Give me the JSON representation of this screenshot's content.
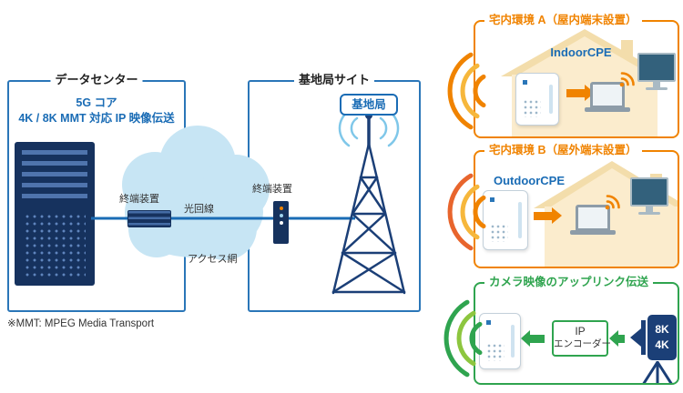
{
  "colors": {
    "blue": "#1a6cb5",
    "navy": "#1b3f77",
    "orange": "#f08300",
    "green": "#2fa44f",
    "cloud": "#c7e5f4",
    "house": "#fbeccd",
    "light_blue": "#7fc7e9"
  },
  "datacenter": {
    "title": "データセンター",
    "line1": "5G コア",
    "line2": "4K / 8K MMT 対応 IP 映像伝送",
    "terminal_label": "終端装置"
  },
  "link": {
    "optical_label": "光回線",
    "access_label": "アクセス網"
  },
  "basestation": {
    "title": "基地局サイト",
    "terminal_label": "終端装置",
    "antenna_label": "基地局"
  },
  "env_a": {
    "title": "宅内環境 A（屋内端末設置）",
    "cpe_label": "IndoorCPE"
  },
  "env_b": {
    "title": "宅内環境 B（屋外端末設置）",
    "cpe_label": "OutdoorCPE"
  },
  "uplink": {
    "title": "カメラ映像のアップリンク伝送",
    "encoder_line1": "IP",
    "encoder_line2": "エンコーダー",
    "camera_badge_top": "8K",
    "camera_badge_bottom": "4K"
  },
  "footnote": "※MMT: MPEG Media Transport",
  "icons": {
    "server_rack": "striped rack with dot matrix",
    "access_cloud": "light blue cloud",
    "radio_tower": "lattice tower with antenna waves",
    "house": "cream house silhouette",
    "cpe_device": "white box with dot grid",
    "laptop": "laptop with wifi arcs",
    "monitor": "dark screen display",
    "camera": "navy camera with tripod",
    "radio_waves": "three nested arcs"
  }
}
